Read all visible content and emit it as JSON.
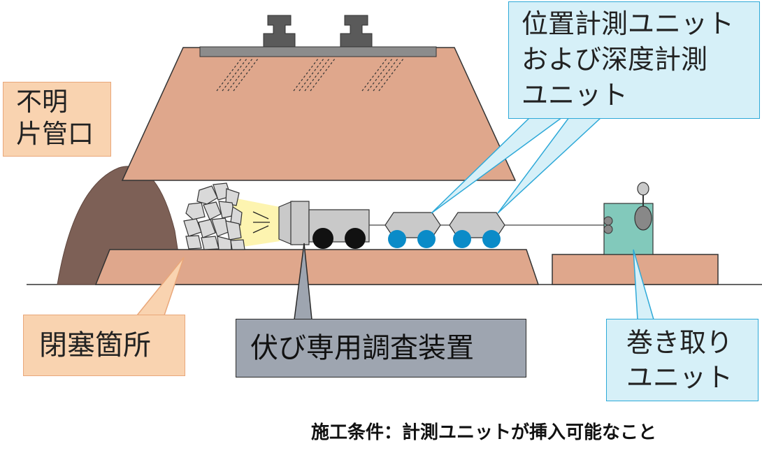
{
  "labels": {
    "unknown_pipe": [
      "不明",
      "片管口"
    ],
    "closure": "閉塞箇所",
    "device": "伏び専用調査装置",
    "position_unit": [
      "位置計測ユニット",
      "および深度計測",
      "ユニット"
    ],
    "winder": [
      "巻き取り",
      "ユニット"
    ]
  },
  "condition": "施工条件：計測ユニットが挿入可能なこと",
  "colors": {
    "soil": "#dfa78c",
    "soil_dark": "#7d6056",
    "rail": "#6b6b6b",
    "device_body": "#c9c9c9",
    "wheel_black": "#111111",
    "wheel_blue": "#0a8bc8",
    "winder_box": "#82c9bb",
    "callout_orange_bg": "#f9d3b0",
    "callout_blue_bg": "#d6f0f8",
    "callout_blue_border": "#2ea9d8",
    "callout_gray_bg": "#9ea5b0",
    "light_beam": "#fdf4b0"
  },
  "icons": [
    "rail-icon",
    "debris-icon",
    "camera-light-icon",
    "wheel-icon",
    "reel-icon"
  ]
}
